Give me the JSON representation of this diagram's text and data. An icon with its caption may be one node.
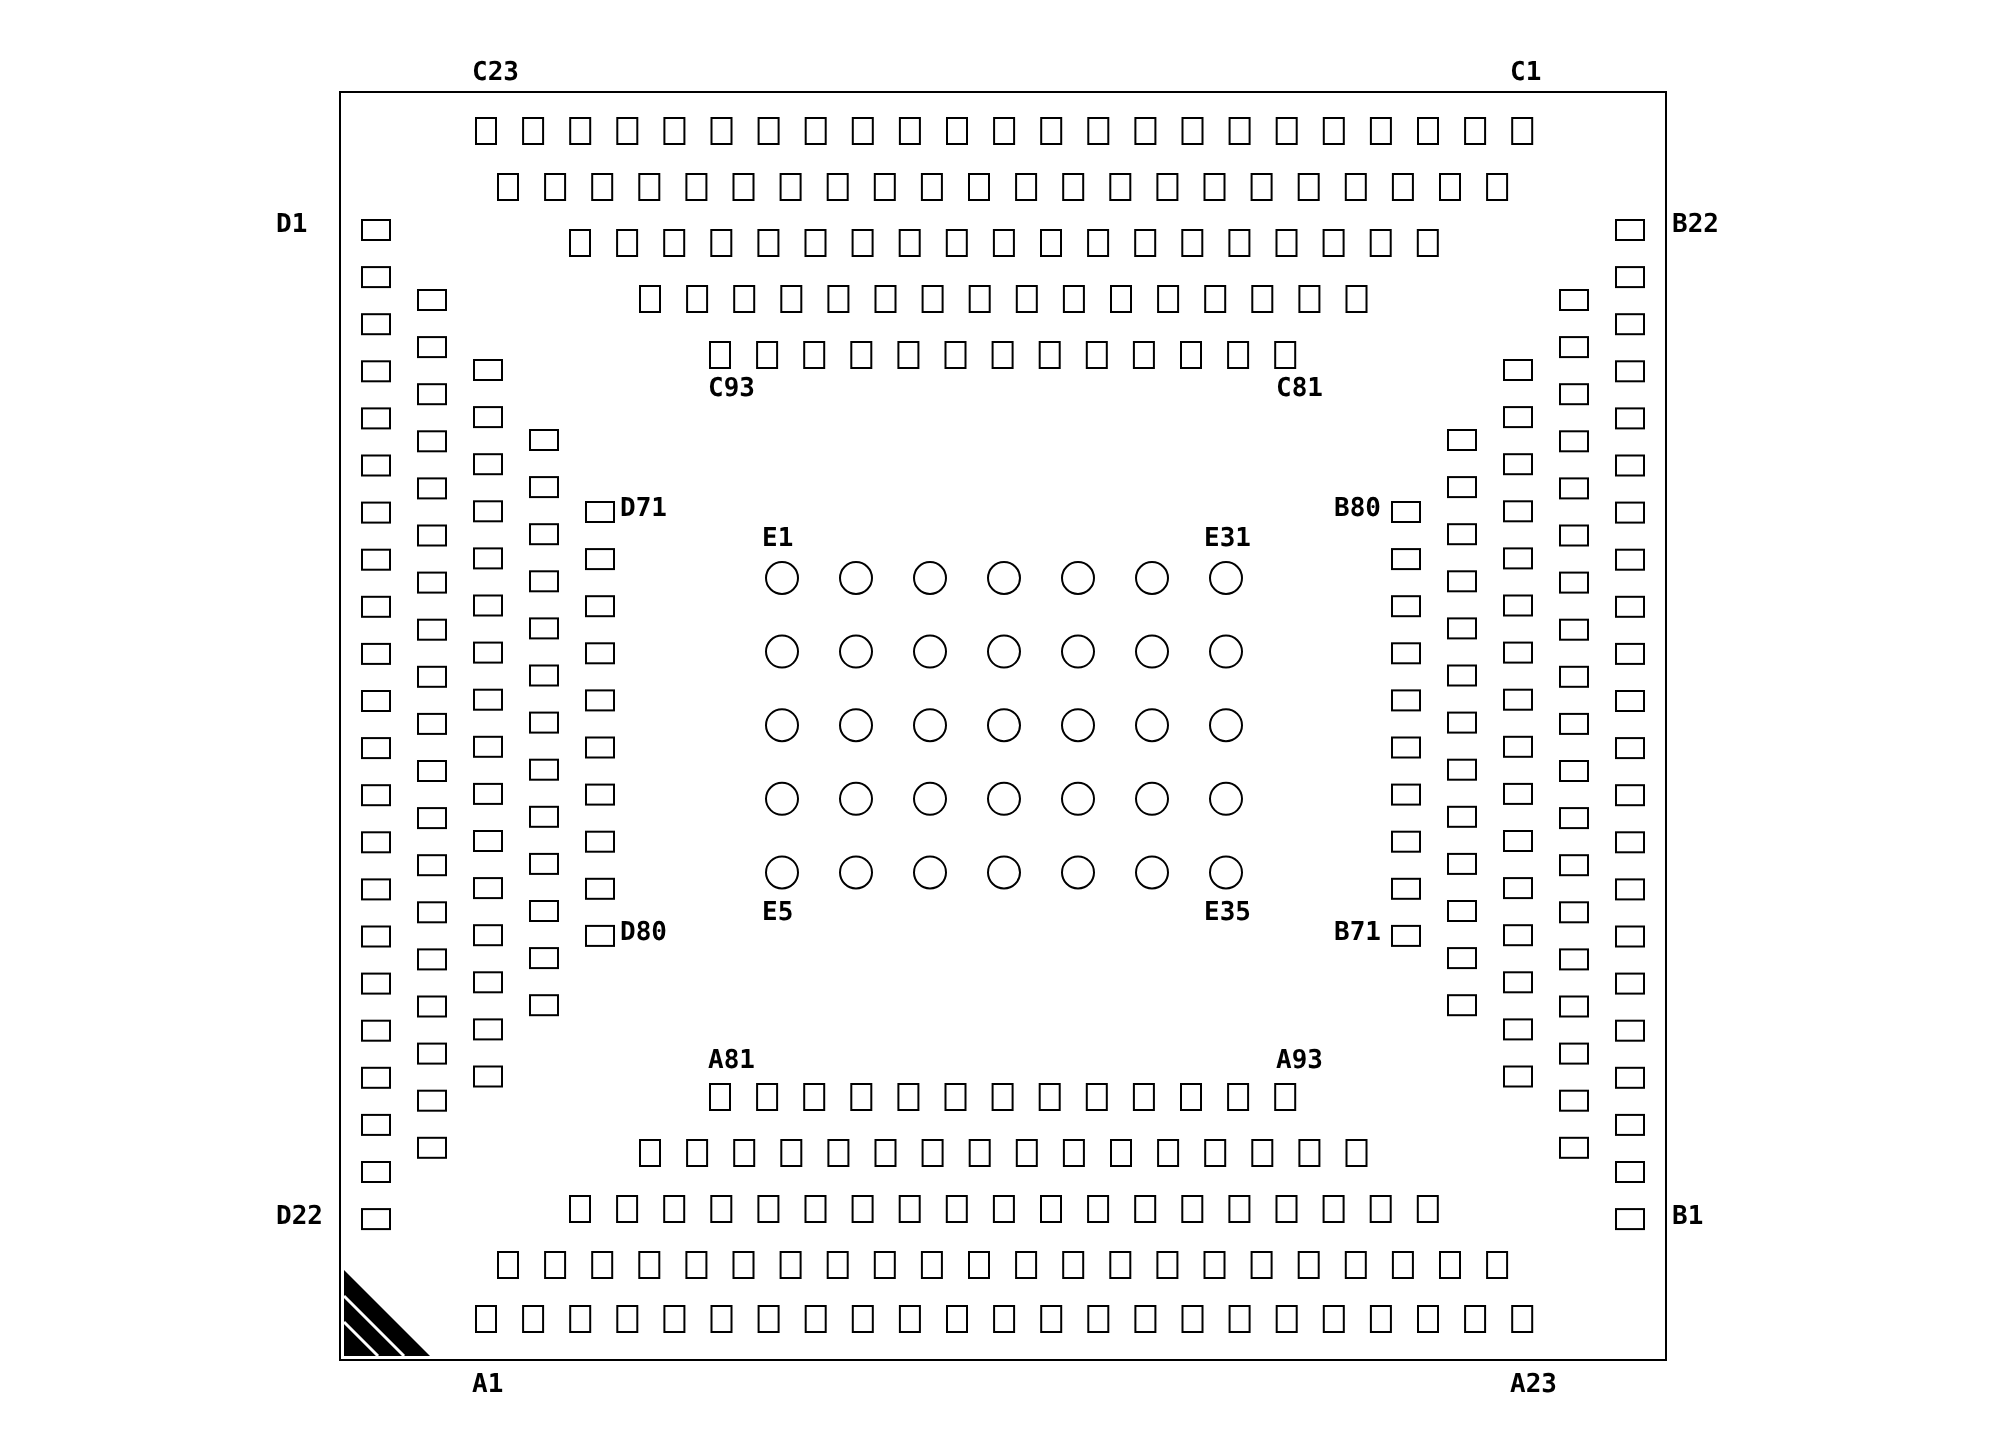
{
  "diagram": {
    "labels": [
      "C23",
      "C1",
      "D1",
      "B22",
      "C93",
      "C81",
      "D71",
      "E1",
      "E31",
      "B80",
      "E5",
      "E35",
      "D80",
      "B71",
      "A81",
      "A93",
      "D22",
      "B1",
      "A1",
      "A23"
    ]
  }
}
